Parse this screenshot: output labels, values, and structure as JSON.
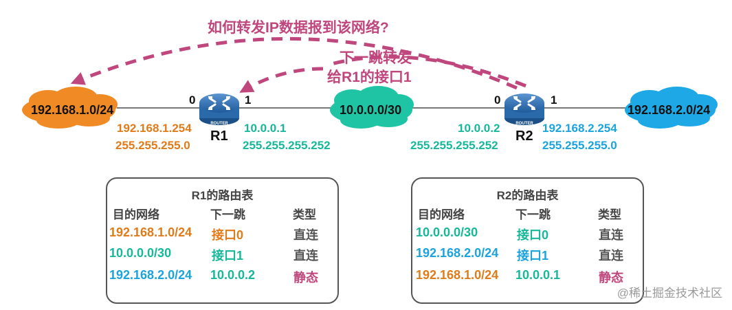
{
  "title_question": "如何转发IP数据报到该网络?",
  "hop_note_line1": "下一跳转发",
  "hop_note_line2": "给R1的接口1",
  "networks": {
    "left": "192.168.1.0/24",
    "middle": "10.0.0.0/30",
    "right": "192.168.2.0/24"
  },
  "routers": {
    "r1": {
      "name": "R1",
      "badge": "ROUTER",
      "port0": "0",
      "port1": "1",
      "if0_ip": "192.168.1.254",
      "if0_mask": "255.255.255.0",
      "if1_ip": "10.0.0.1",
      "if1_mask": "255.255.255.252"
    },
    "r2": {
      "name": "R2",
      "badge": "ROUTER",
      "port0": "0",
      "port1": "1",
      "if0_ip": "10.0.0.2",
      "if0_mask": "255.255.255.252",
      "if1_ip": "192.168.2.254",
      "if1_mask": "255.255.255.0"
    }
  },
  "tables": {
    "r1": {
      "title": "R1的路由表",
      "headers": [
        "目的网络",
        "下一跳",
        "类型"
      ],
      "rows": [
        [
          "192.168.1.0/24",
          "接口0",
          "直连"
        ],
        [
          "10.0.0.0/30",
          "接口1",
          "直连"
        ],
        [
          "192.168.2.0/24",
          "10.0.0.2",
          "静态"
        ]
      ]
    },
    "r2": {
      "title": "R2的路由表",
      "headers": [
        "目的网络",
        "下一跳",
        "类型"
      ],
      "rows": [
        [
          "10.0.0.0/30",
          "接口0",
          "直连"
        ],
        [
          "192.168.2.0/24",
          "接口1",
          "直连"
        ],
        [
          "192.168.1.0/24",
          "10.0.0.1",
          "静态"
        ]
      ]
    }
  },
  "watermark": "@稀土掘金技术社区",
  "colors": {
    "orange": "#e07b1a",
    "teal": "#17b79a",
    "blue": "#1aa3dd",
    "arrow": "#c0477d",
    "router": "#2f6fb0"
  },
  "icons": [
    "router-icon",
    "cloud-icon",
    "dashed-arrow-icon"
  ]
}
